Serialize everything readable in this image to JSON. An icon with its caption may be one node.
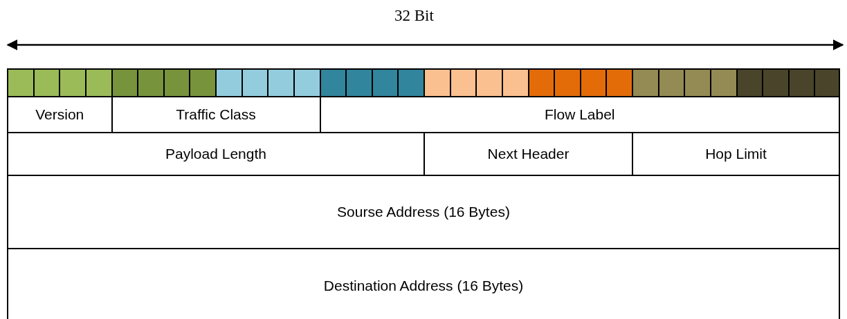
{
  "diagram": {
    "nodes": [
      {
        "text": [],
        "shape": "box"
      },
      {
        "text": [],
        "shape": "box"
      },
      {
        "text": [],
        "shape": "box"
      },
      {
        "text": [],
        "shape": "box"
      },
      {
        "text": [],
        "shape": "box"
      },
      {
        "text": [],
        "shape": "box"
      },
      {
        "text": [],
        "shape": "box"
      },
      {
        "text": [],
        "shape": "box"
      },
      {
        "text": [],
        "shape": "box"
      },
      {
        "text": [],
        "shape": "box"
      },
      {
        "text": [],
        "shape": "box"
      },
      {
        "text": [],
        "shape": "box"
      },
      {
        "text": [],
        "shape": "box"
      },
      {
        "text": [],
        "shape": "box"
      },
      {
        "text": [],
        "shape": "box"
      },
      {
        "text": [],
        "shape": "box"
      },
      {
        "text": [],
        "shape": "box"
      },
      {
        "text": [],
        "shape": "box"
      },
      {
        "text": [],
        "shape": "box"
      },
      {
        "text": [],
        "shape": "box"
      },
      {
        "text": [],
        "shape": "box"
      },
      {
        "text": [],
        "shape": "box"
      },
      {
        "text": [],
        "shape": "box"
      },
      {
        "text": [],
        "shape": "box"
      },
      {
        "text": [],
        "shape": "box"
      },
      {
        "text": [],
        "shape": "box"
      },
      {
        "text": [],
        "shape": "box"
      },
      {
        "text": [],
        "shape": "box"
      },
      {
        "text": [],
        "shape": "box"
      },
      {
        "text": [],
        "shape": "box"
      },
      {
        "text": [],
        "shape": "box"
      },
      {
        "text": [],
        "shape": "box"
      },
      {
        "text": [
          "Version"
        ]
      },
      {
        "text": [
          "Traffic Class"
        ]
      },
      {
        "text": [
          "Flow Label"
        ]
      },
      {
        "text": [
          "Payload Length"
        ]
      },
      {
        "text": [
          "Next Header"
        ]
      },
      {
        "text": [
          "Hop Limit"
        ]
      },
      {
        "text": [
          "Sourse Address (16 Bytes)"
        ]
      },
      {
        "text": [
          "Destination Address (16 Bytes)"
        ]
      }
    ],
    "edges": [],
    "labels": [
      "32 Bit"
    ]
  }
}
